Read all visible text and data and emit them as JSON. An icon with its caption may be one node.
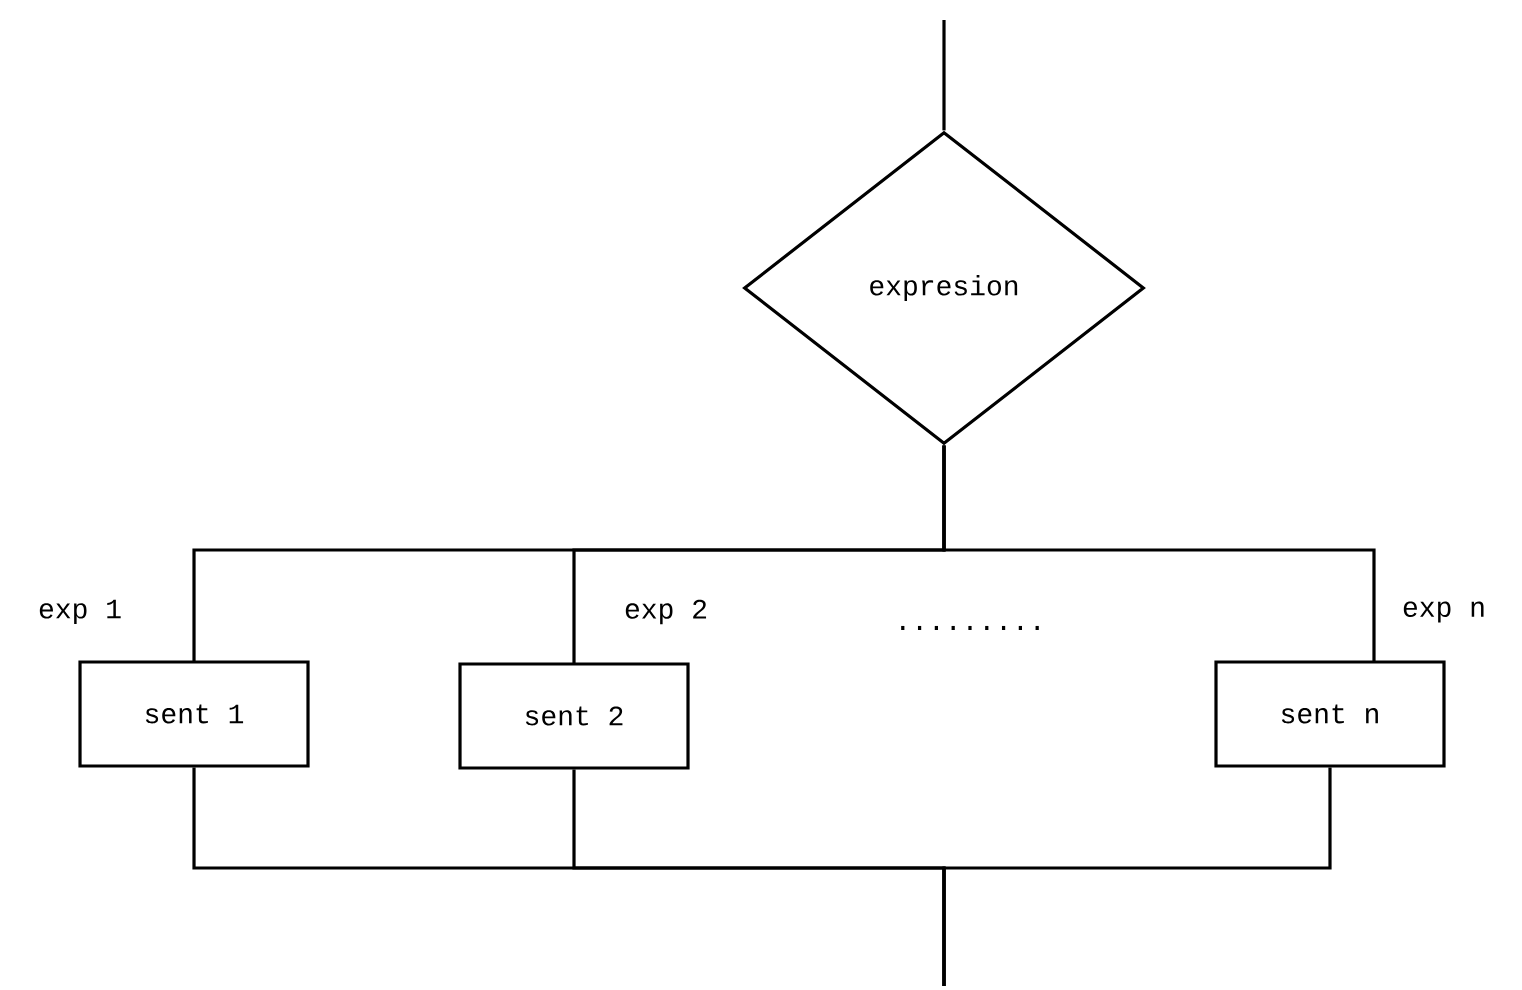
{
  "diagram": {
    "nodes": [
      {
        "text": [
          "expresion"
        ]
      },
      {
        "text": [
          "sent 1"
        ]
      },
      {
        "text": [
          "sent 2"
        ]
      },
      {
        "text": [
          "sent n"
        ]
      }
    ],
    "edges": [
      {
        "from": null,
        "to": 0,
        "arrow": "none"
      },
      {
        "from": 0,
        "to": 1,
        "arrow": "none",
        "label": "exp 1"
      },
      {
        "from": 0,
        "to": 2,
        "arrow": "none",
        "label": "exp 2"
      },
      {
        "from": 0,
        "to": 3,
        "arrow": "none",
        "label": "exp n"
      },
      {
        "from": 1,
        "to": null,
        "arrow": "none"
      },
      {
        "from": 2,
        "to": null,
        "arrow": "none"
      },
      {
        "from": 3,
        "to": null,
        "arrow": "none"
      }
    ],
    "labels": [
      "........."
    ]
  }
}
